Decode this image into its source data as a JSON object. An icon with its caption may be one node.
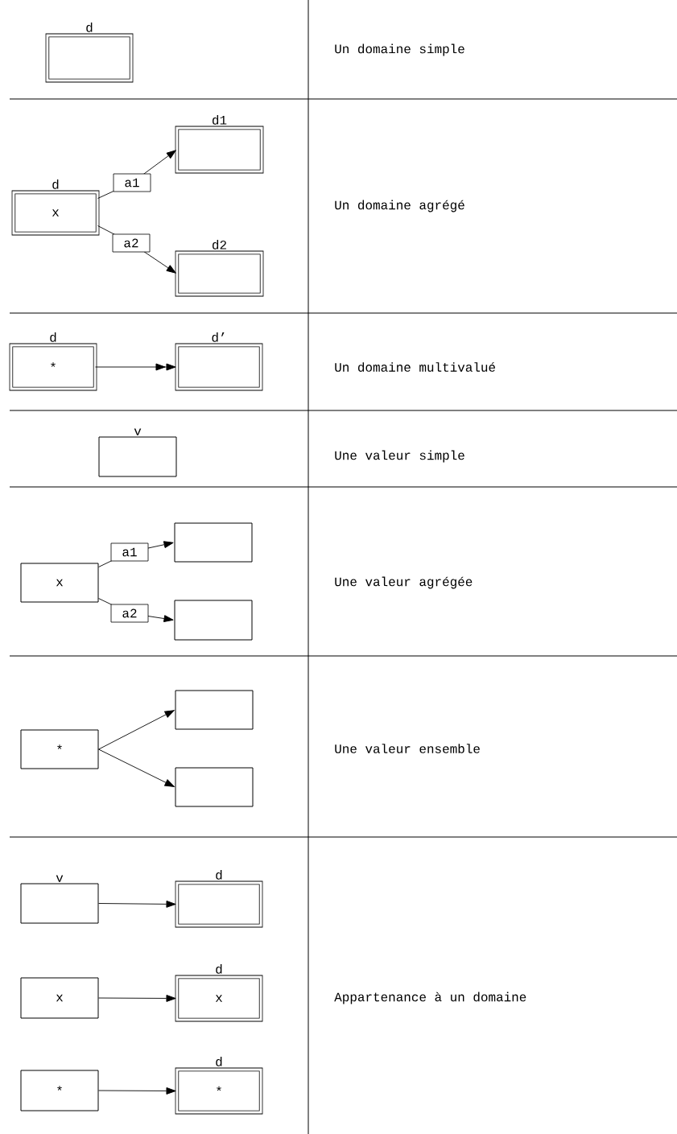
{
  "diagram": {
    "nodes": [
      {
        "text": [
          "d"
        ]
      },
      {
        "text": [
          "d",
          "x"
        ]
      },
      {
        "text": [
          "d1"
        ]
      },
      {
        "text": [
          "d2"
        ]
      },
      {
        "text": [
          "d",
          "*"
        ]
      },
      {
        "text": [
          "d’"
        ]
      },
      {
        "text": [
          "v"
        ]
      },
      {
        "text": [
          "x"
        ]
      },
      {
        "text": [],
        "shape": "box"
      },
      {
        "text": [],
        "shape": "box"
      },
      {
        "text": [
          "*"
        ]
      },
      {
        "text": [],
        "shape": "box"
      },
      {
        "text": [],
        "shape": "box"
      },
      {
        "text": [
          "v"
        ]
      },
      {
        "text": [
          "d"
        ]
      },
      {
        "text": [
          "x"
        ]
      },
      {
        "text": [
          "d",
          "x"
        ]
      },
      {
        "text": [
          "*"
        ]
      },
      {
        "text": [
          "d",
          "*"
        ]
      }
    ],
    "edges": [
      {
        "from": 1,
        "to": 2,
        "arrow": "to",
        "label": "a1"
      },
      {
        "from": 1,
        "to": 3,
        "arrow": "to",
        "label": "a2"
      },
      {
        "from": 4,
        "to": 5,
        "arrow": "to"
      },
      {
        "from": 7,
        "to": 8,
        "arrow": "to",
        "label": "a1"
      },
      {
        "from": 7,
        "to": 9,
        "arrow": "to",
        "label": "a2"
      },
      {
        "from": 10,
        "to": 11,
        "arrow": "to"
      },
      {
        "from": 10,
        "to": 12,
        "arrow": "to"
      },
      {
        "from": 13,
        "to": 14,
        "arrow": "to"
      },
      {
        "from": 15,
        "to": 16,
        "arrow": "to"
      },
      {
        "from": 17,
        "to": 18,
        "arrow": "to"
      }
    ],
    "labels": [
      "Un domaine simple",
      "Un domaine agrégé",
      "Un domaine multivalué",
      "Une valeur simple",
      "Une valeur agrégée",
      "Une valeur ensemble",
      "Appartenance à un domaine"
    ]
  }
}
